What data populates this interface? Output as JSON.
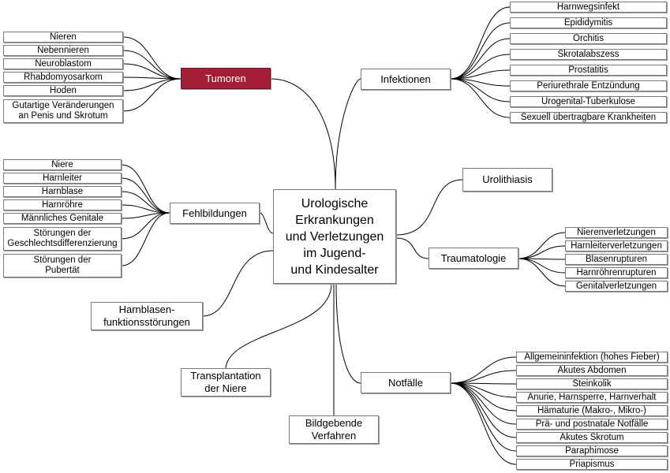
{
  "center": "Urologische\nErkrankungen\nund Verletzungen\nim Jugend-\nund Kindesalter",
  "branches": {
    "tumoren": {
      "label": "Tumoren",
      "items": [
        "Nieren",
        "Nebennieren",
        "Neuroblastom",
        "Rhabdomyosarkom",
        "Hoden",
        "Gutartige Veränderungen\nan Penis und Skrotum"
      ]
    },
    "fehlbildungen": {
      "label": "Fehlbildungen",
      "items": [
        "Niere",
        "Harnleiter",
        "Harnblase",
        "Harnröhre",
        "Männliches Genitale",
        "Störungen der\nGeschlechtsdifferenzierung",
        "Störungen der\nPubertät"
      ]
    },
    "harnblasen": {
      "label": "Harnblasen-\nfunktionsstörungen"
    },
    "transplantation": {
      "label": "Transplantation\nder Niere"
    },
    "bildgebende": {
      "label": "Bildgebende\nVerfahren"
    },
    "infektionen": {
      "label": "Infektionen",
      "items": [
        "Harnwegsinfekt",
        "Epididymitis",
        "Orchitis",
        "Skrotalabszess",
        "Prostatitis",
        "Periurethrale Entzündung",
        "Urogenital-Tuberkulose",
        "Sexuell übertragbare Krankheiten"
      ]
    },
    "urolithiasis": {
      "label": "Urolithiasis"
    },
    "traumatologie": {
      "label": "Traumatologie",
      "items": [
        "Nierenverletzungen",
        "Harnleiterverletzungen",
        "Blasenrupturen",
        "Harnröhrenrupturen",
        "Genitalverletzungen"
      ]
    },
    "notfaelle": {
      "label": "Notfälle",
      "items": [
        "Allgemeininfektion (hohes Fieber)",
        "Akutes Abdomen",
        "Steinkolik",
        "Anurie, Harnsperre, Harnverhalt",
        "Hämaturie (Makro-, Mikro-)",
        "Prä- und postnatale Notfälle",
        "Akutes Skrotum",
        "Paraphimose",
        "Priapismus"
      ]
    }
  },
  "colors": {
    "highlight": "#a41e35",
    "line": "#000000",
    "border": "#7a7a7a"
  }
}
